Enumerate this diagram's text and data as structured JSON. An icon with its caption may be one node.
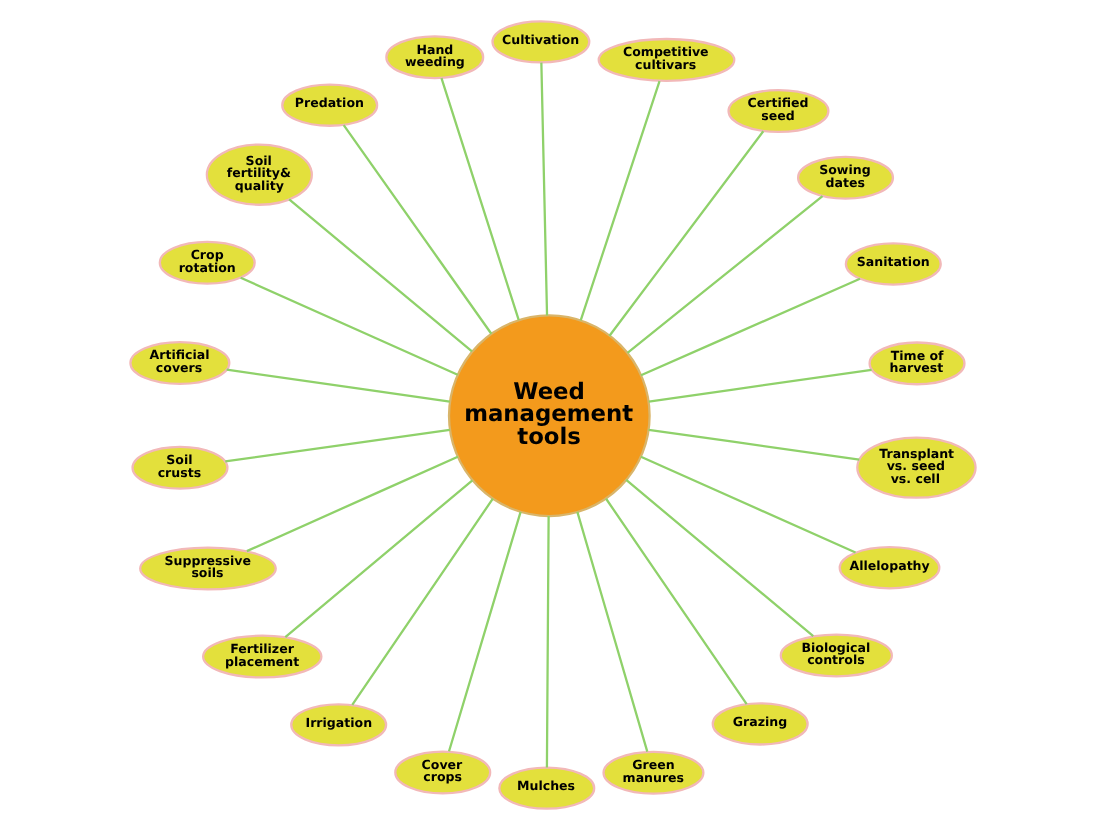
{
  "diagram": {
    "nodes": [
      {
        "text": [
          "Weed management tools"
        ]
      },
      {
        "text": [
          "Time of harvest"
        ]
      },
      {
        "text": [
          "Sanitation"
        ]
      },
      {
        "text": [
          "Sowing dates"
        ]
      },
      {
        "text": [
          "Certified seed"
        ]
      },
      {
        "text": [
          "Competitive cultivars"
        ]
      },
      {
        "text": [
          "Cultivation"
        ]
      },
      {
        "text": [
          "Hand weeding"
        ]
      },
      {
        "text": [
          "Predation"
        ]
      },
      {
        "text": [
          "Soil fertility& quality"
        ]
      },
      {
        "text": [
          "Crop rotation"
        ]
      },
      {
        "text": [
          "Artificial covers"
        ]
      },
      {
        "text": [
          "Soil crusts"
        ]
      },
      {
        "text": [
          "Suppressive soils"
        ]
      },
      {
        "text": [
          "Fertilizer placement"
        ]
      },
      {
        "text": [
          "Irrigation"
        ]
      },
      {
        "text": [
          "Cover crops"
        ]
      },
      {
        "text": [
          "Mulches"
        ]
      },
      {
        "text": [
          "Green manures"
        ]
      },
      {
        "text": [
          "Grazing"
        ]
      },
      {
        "text": [
          "Biological controls"
        ]
      },
      {
        "text": [
          "Allelopathy"
        ]
      },
      {
        "text": [
          "Transplant vs. seed vs. cell"
        ]
      }
    ],
    "edges": [
      {
        "from": 0,
        "to": 1,
        "arrow": "none"
      },
      {
        "from": 0,
        "to": 2,
        "arrow": "none"
      },
      {
        "from": 0,
        "to": 3,
        "arrow": "none"
      },
      {
        "from": 0,
        "to": 4,
        "arrow": "none"
      },
      {
        "from": 0,
        "to": 5,
        "arrow": "none"
      },
      {
        "from": 0,
        "to": 6,
        "arrow": "none"
      },
      {
        "from": 0,
        "to": 7,
        "arrow": "none"
      },
      {
        "from": 0,
        "to": 8,
        "arrow": "none"
      },
      {
        "from": 0,
        "to": 9,
        "arrow": "none"
      },
      {
        "from": 0,
        "to": 10,
        "arrow": "none"
      },
      {
        "from": 0,
        "to": 11,
        "arrow": "none"
      },
      {
        "from": 0,
        "to": 12,
        "arrow": "none"
      },
      {
        "from": 0,
        "to": 13,
        "arrow": "none"
      },
      {
        "from": 0,
        "to": 14,
        "arrow": "none"
      },
      {
        "from": 0,
        "to": 15,
        "arrow": "none"
      },
      {
        "from": 0,
        "to": 16,
        "arrow": "none"
      },
      {
        "from": 0,
        "to": 17,
        "arrow": "none"
      },
      {
        "from": 0,
        "to": 18,
        "arrow": "none"
      },
      {
        "from": 0,
        "to": 19,
        "arrow": "none"
      },
      {
        "from": 0,
        "to": 20,
        "arrow": "none"
      },
      {
        "from": 0,
        "to": 21,
        "arrow": "none"
      },
      {
        "from": 0,
        "to": 22,
        "arrow": "none"
      }
    ]
  }
}
